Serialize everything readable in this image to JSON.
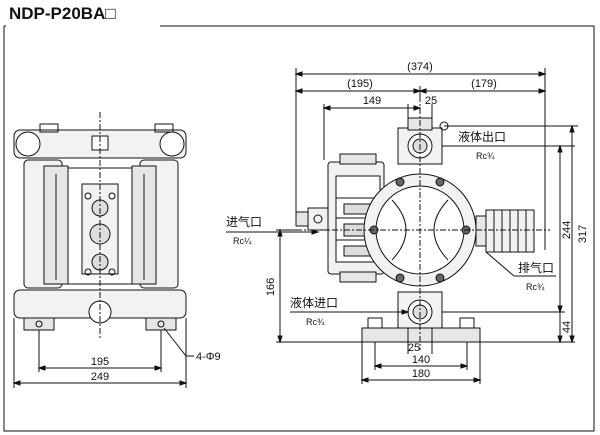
{
  "title": "NDP-P20BA□",
  "front_view": {
    "dims": {
      "inner_width": "195",
      "outer_width": "249",
      "hole": "4-Φ9"
    }
  },
  "side_view": {
    "dims": {
      "overall": "(374)",
      "left_part": "(195)",
      "right_part": "(179)",
      "inner_149": "149",
      "inner_25": "25",
      "height_244": "244",
      "height_317": "317",
      "height_166": "166",
      "height_44": "44",
      "base_25": "25",
      "base_140": "140",
      "base_180": "180"
    },
    "labels": {
      "liquid_out": "液体出口",
      "liquid_out_size": "Rc¾",
      "air_in": "进气口",
      "air_in_size": "Rc¼",
      "exhaust": "排气口",
      "exhaust_size": "Rc¾",
      "liquid_in": "液体进口",
      "liquid_in_size": "Rc¾"
    }
  },
  "colors": {
    "line": "#111111",
    "body_fill": "#f2f2f2",
    "dark": "#444444"
  }
}
